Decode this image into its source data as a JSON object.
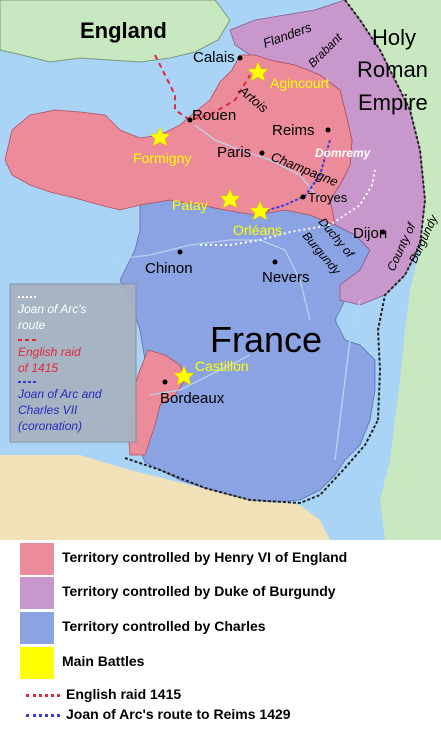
{
  "map": {
    "regions": {
      "england": "England",
      "holy_roman_empire": [
        "Holy",
        "Roman",
        "Empire"
      ],
      "france": "France",
      "flanders": "Flanders",
      "brabant": "Brabant",
      "artois": "Artois",
      "champagne": "Champagne",
      "duchy_of_burgundy": [
        "Duchy of",
        "Burgundy"
      ],
      "county_of_burgundy": [
        "County of",
        "Burgundy"
      ]
    },
    "cities": {
      "calais": "Calais",
      "rouen": "Rouen",
      "reims": "Reims",
      "paris": "Paris",
      "domremy": "Domremy",
      "troyes": "Troyes",
      "dijon": "Dijon",
      "chinon": "Chinon",
      "nevers": "Nevers",
      "bordeaux": "Bordeaux"
    },
    "battles": {
      "agincourt": "Agincourt",
      "formigny": "Formigny",
      "patay": "Patay",
      "orleans": "Orléans",
      "castillon": "Castillon"
    },
    "inset_legend": {
      "route_label": [
        "Joan of Arc's",
        "route"
      ],
      "raid_label": [
        "English raid",
        "of 1415"
      ],
      "coronation_label": [
        "Joan of Arc and",
        "Charles VII",
        "(coronation)"
      ]
    }
  },
  "legend": {
    "items": [
      {
        "label": "Territory controlled by Henry VI of England",
        "color": "#ec8b99"
      },
      {
        "label": "Territory controlled by Duke of Burgundy",
        "color": "#c898cc"
      },
      {
        "label": "Territory controlled by Charles",
        "color": "#8ba3e3"
      },
      {
        "label": "Main Battles",
        "color": "#ffff00"
      }
    ],
    "lines": [
      {
        "label": "English raid 1415",
        "color": "#e0283a"
      },
      {
        "label": "Joan of Arc's route to Reims 1429",
        "color": "#3a3ad8"
      }
    ]
  },
  "colors": {
    "sea": "#a9d4f5",
    "england_land": "#c8e8c0",
    "hre_land": "#c8e8c0",
    "spain_land": "#f1e1b9",
    "english_territory": "#ec8b99",
    "burgundy_territory": "#c898cc",
    "french_territory": "#8ba3e3",
    "battle_star": "#ffff00",
    "battle_label": "#ffff00"
  }
}
